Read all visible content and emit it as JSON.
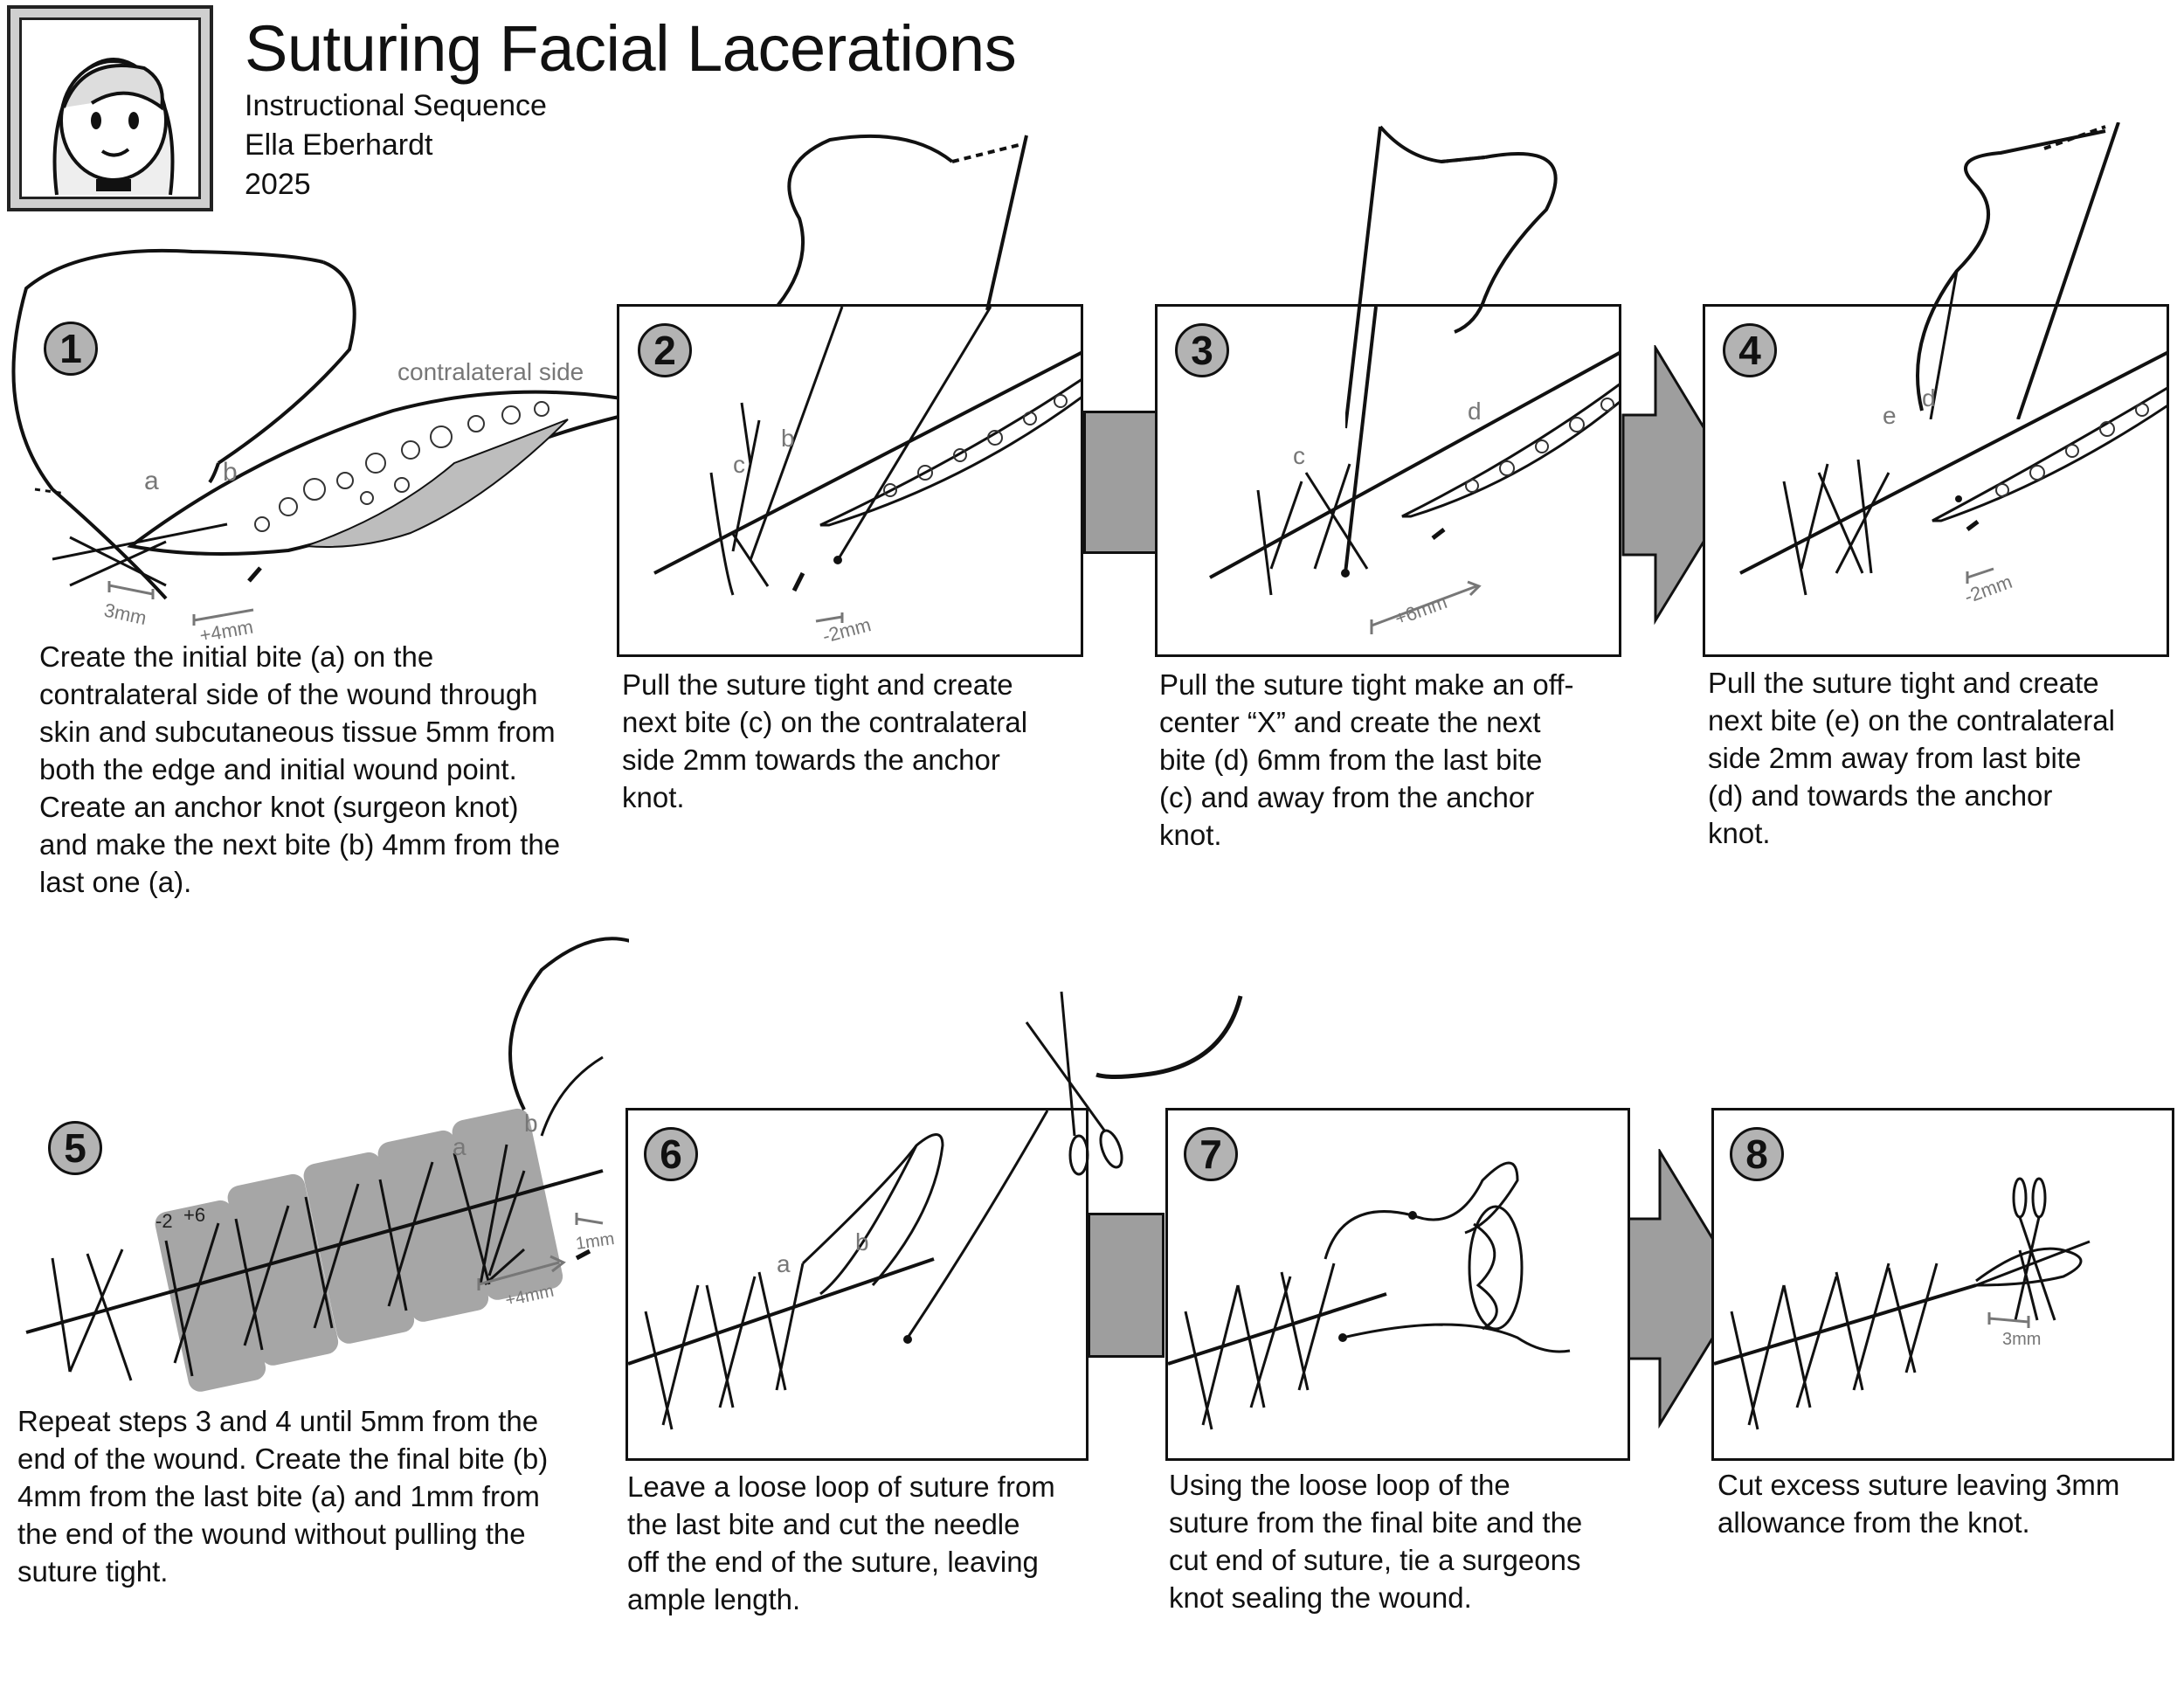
{
  "header": {
    "title": "Suturing Facial Lacerations",
    "subtitle": "Instructional Sequence",
    "author": "Ella Eberhardt",
    "year": "2025"
  },
  "steps": [
    {
      "number": "1",
      "caption_lines": [
        "Create the initial bite (a) on the",
        "contralateral side of the wound through",
        "skin and subcutaneous tissue 5mm from",
        "both the edge and initial wound point.",
        "Create an anchor knot (surgeon knot)",
        "and make the next bite (b) 4mm from the",
        "last one (a)."
      ],
      "labels": {
        "side": "contralateral side",
        "a": "a",
        "b": "b",
        "dist1": "3mm",
        "dist2": "+4mm"
      }
    },
    {
      "number": "2",
      "caption_lines": [
        "Pull the suture tight and create",
        "next bite (c) on the contralateral",
        "side 2mm towards the anchor",
        "knot."
      ],
      "labels": {
        "b": "b",
        "c": "c",
        "dist": "-2mm"
      }
    },
    {
      "number": "3",
      "caption_lines": [
        "Pull the suture tight make an off-",
        "center “X” and create the next",
        "bite (d) 6mm from the last bite",
        "(c) and away from the anchor",
        "knot."
      ],
      "labels": {
        "c": "c",
        "d": "d",
        "dist": "+6mm"
      }
    },
    {
      "number": "4",
      "caption_lines": [
        "Pull the suture tight and create",
        "next bite (e) on the contralateral",
        "side 2mm away from last bite",
        "(d) and towards the anchor",
        "knot."
      ],
      "labels": {
        "d": "d",
        "e": "e",
        "dist": "-2mm"
      }
    },
    {
      "number": "5",
      "caption_lines": [
        "Repeat steps 3 and 4 until 5mm from the",
        "end of the wound. Create the final bite (b)",
        "4mm from the last bite (a) and 1mm from",
        "the end of the wound without pulling the",
        "suture tight."
      ],
      "labels": {
        "m2": "-2",
        "p6": "+6",
        "a": "a",
        "b": "b",
        "dist1": "1mm",
        "dist2": "+4mm"
      }
    },
    {
      "number": "6",
      "caption_lines": [
        "Leave a loose loop of suture from",
        "the last bite and cut the needle",
        "off the end of the suture, leaving",
        "ample length."
      ],
      "labels": {
        "a": "a",
        "b": "b"
      }
    },
    {
      "number": "7",
      "caption_lines": [
        "Using the loose loop of the",
        "suture from the final bite and the",
        "cut end of suture, tie a surgeons",
        "knot sealing the wound."
      ],
      "labels": {}
    },
    {
      "number": "8",
      "caption_lines": [
        "Cut excess suture leaving 3mm",
        "allowance from the knot."
      ],
      "labels": {
        "dist": "3mm"
      }
    }
  ],
  "icons": [
    "author-portrait",
    "suture-needle-icon",
    "scissors-icon",
    "step-arrow-icon"
  ]
}
